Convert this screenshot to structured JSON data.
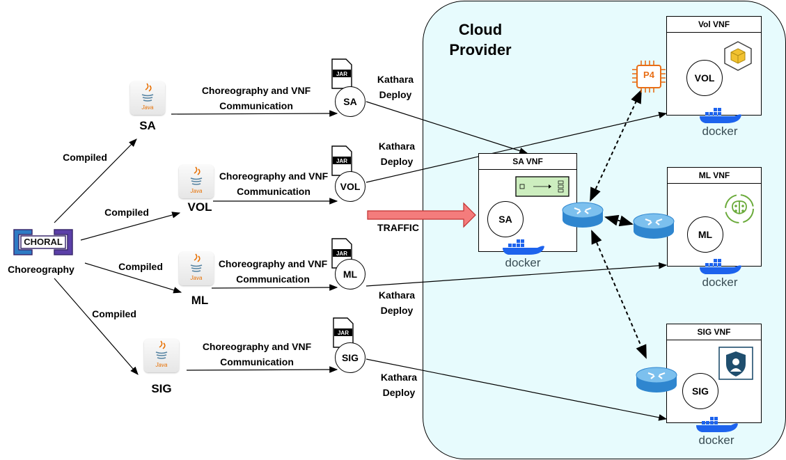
{
  "cloud": {
    "title_line1": "Cloud",
    "title_line2": "Provider"
  },
  "choral": {
    "logo_text": "CHORAL",
    "caption": "Choreography"
  },
  "compiled_label": "Compiled",
  "comm_line1": "Choreography and VNF",
  "comm_line2": "Communication",
  "deploy_line1": "Kathara",
  "deploy_line2": "Deploy",
  "jar_label": "JAR",
  "java_label": "Java",
  "docker_label": "docker",
  "p4_label": "P4",
  "traffic_label": "TRAFFIC",
  "components": {
    "sa": {
      "name": "SA"
    },
    "vol": {
      "name": "VOL"
    },
    "ml": {
      "name": "ML"
    },
    "sig": {
      "name": "SIG"
    }
  },
  "vnfs": {
    "sa": {
      "title": "SA VNF",
      "inner": "SA"
    },
    "vol": {
      "title": "Vol VNF",
      "inner": "VOL"
    },
    "ml": {
      "title": "ML VNF",
      "inner": "ML"
    },
    "sig": {
      "title": "SIG VNF",
      "inner": "SIG"
    }
  },
  "colors": {
    "cloud_fill": "#e7fbfd",
    "traffic_arrow": "#f47c7c",
    "router": "#4aa3e0",
    "docker": "#1d63ed",
    "p4": "#e86e16",
    "choral_blue": "#2e7bc4",
    "choral_purple": "#5b3fa8"
  }
}
